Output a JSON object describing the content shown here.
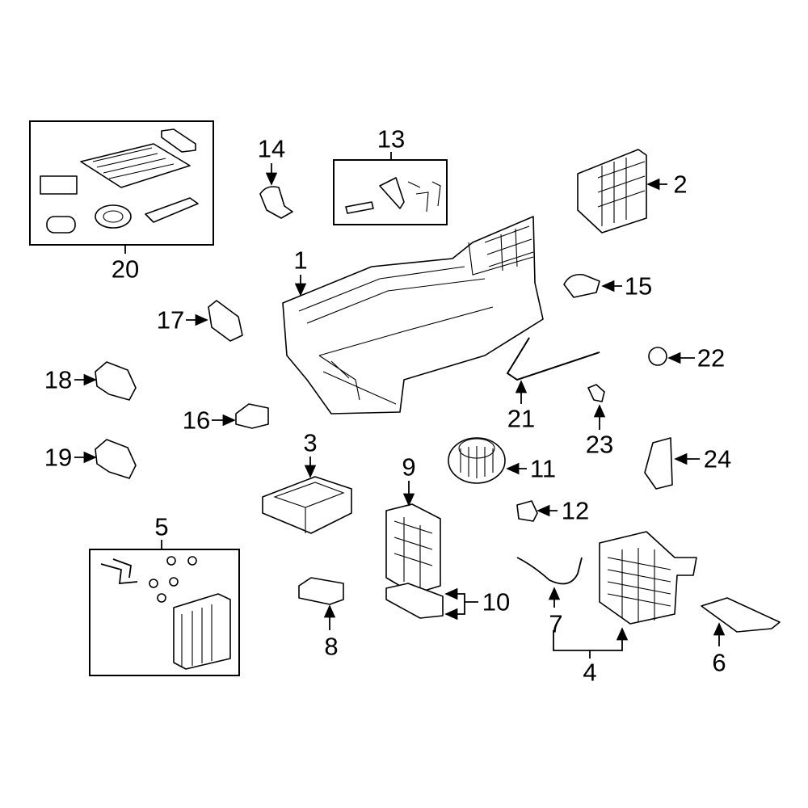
{
  "diagram": {
    "callouts": [
      {
        "id": "1",
        "label": "1"
      },
      {
        "id": "2",
        "label": "2"
      },
      {
        "id": "3",
        "label": "3"
      },
      {
        "id": "4",
        "label": "4"
      },
      {
        "id": "5",
        "label": "5"
      },
      {
        "id": "6",
        "label": "6"
      },
      {
        "id": "7",
        "label": "7"
      },
      {
        "id": "8",
        "label": "8"
      },
      {
        "id": "9",
        "label": "9"
      },
      {
        "id": "10",
        "label": "10"
      },
      {
        "id": "11",
        "label": "11"
      },
      {
        "id": "12",
        "label": "12"
      },
      {
        "id": "13",
        "label": "13"
      },
      {
        "id": "14",
        "label": "14"
      },
      {
        "id": "15",
        "label": "15"
      },
      {
        "id": "16",
        "label": "16"
      },
      {
        "id": "17",
        "label": "17"
      },
      {
        "id": "18",
        "label": "18"
      },
      {
        "id": "19",
        "label": "19"
      },
      {
        "id": "20",
        "label": "20"
      },
      {
        "id": "21",
        "label": "21"
      },
      {
        "id": "22",
        "label": "22"
      },
      {
        "id": "23",
        "label": "23"
      },
      {
        "id": "24",
        "label": "24"
      }
    ]
  }
}
